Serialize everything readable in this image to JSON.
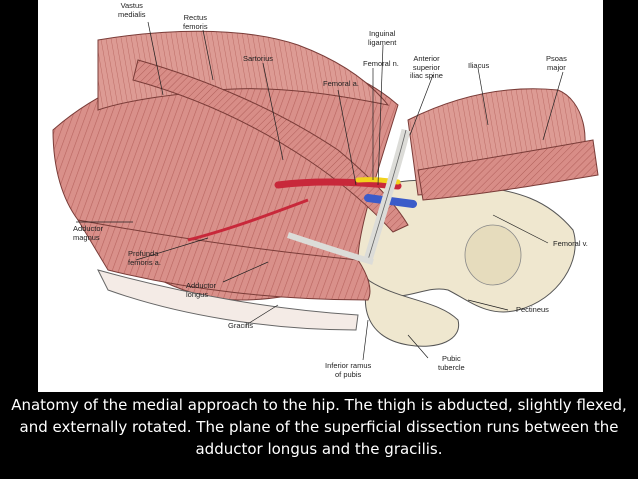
{
  "labels": {
    "vastus_medialis": "Vastus\nmedialis",
    "rectus_femoris": "Rectus\nfemoris",
    "sartorius": "Sartorius",
    "inguinal_ligament": "Inguinal\nligament",
    "femoral_n": "Femoral n.",
    "anterior_superior_iliac_spine": "Anterior\nsuperior\niliac spine",
    "iliacus": "Iliacus",
    "psoas_major": "Psoas\nmajor",
    "femoral_a": "Femoral a.",
    "adductor_magnus": "Adductor\nmagnus",
    "profunda_femoris": "Profunda\nfemoris a.",
    "adductor_longus": "Adductor\nlongus",
    "gracilis": "Gracilis",
    "inferior_ramus": "Inferior ramus\nof pubis",
    "pubic_tubercle": "Pubic\ntubercle",
    "pectineus": "Pectineus",
    "femoral_v": "Femoral v."
  },
  "caption": "Anatomy of the medial approach to the hip. The thigh is abducted, slightly flexed, and externally rotated. The plane of the superficial dissection runs between the adductor longus and the gracilis.",
  "colors": {
    "muscle": "#d9908a",
    "muscle_dark": "#b8645f",
    "bone": "#efe7cf",
    "artery": "#c8283a",
    "vein": "#3b5bc9",
    "nerve": "#f2d21c",
    "ligament": "#dcdcd8"
  }
}
